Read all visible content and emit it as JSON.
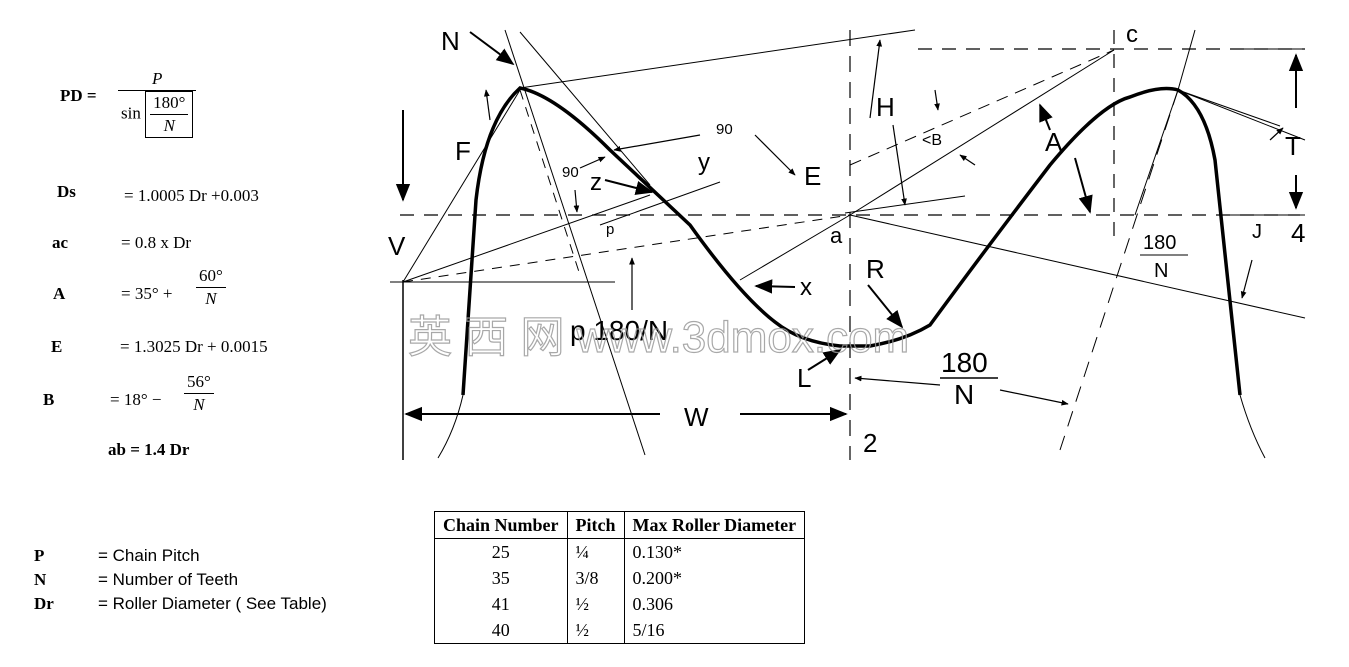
{
  "formulas": {
    "pd": {
      "label": "PD =",
      "num": "P",
      "den_prefix": "sin",
      "den_num": "180°",
      "den_den": "N"
    },
    "ds": {
      "label": "Ds",
      "eq": "= 1.0005 Dr +0.003"
    },
    "ac": {
      "label": "ac",
      "eq": "= 0.8 x Dr"
    },
    "a": {
      "label": "A",
      "eq": "= 35° +",
      "num": "60°",
      "den": "N"
    },
    "e": {
      "label": "E",
      "eq": "= 1.3025 Dr + 0.0015"
    },
    "b": {
      "label": "B",
      "eq": "= 18° −",
      "num": "56°",
      "den": "N"
    },
    "ab": {
      "eq": "ab = 1.4 Dr"
    }
  },
  "legend": [
    {
      "key": "P",
      "value": "= Chain Pitch"
    },
    {
      "key": "N",
      "value": "= Number of Teeth"
    },
    {
      "key": "Dr",
      "value": "= Roller Diameter ( See Table)"
    }
  ],
  "table": {
    "headers": [
      "Chain Number",
      "Pitch",
      "Max Roller Diameter"
    ],
    "rows": [
      [
        "25",
        "¼",
        "0.130*"
      ],
      [
        "35",
        "3/8",
        "0.200*"
      ],
      [
        "41",
        "½",
        "0.306"
      ],
      [
        "40",
        "½",
        "5/16"
      ]
    ]
  },
  "diagram": {
    "labels": {
      "N": "N",
      "F": "F",
      "V": "V",
      "H": "H",
      "B": "<B",
      "E": "E",
      "A": "A",
      "c": "c",
      "T": "T",
      "four": "4",
      "J": "J",
      "a": "a",
      "R": "R",
      "x": "x",
      "y": "y",
      "z": "z",
      "L": "L",
      "W": "W",
      "two": "2",
      "p": "p",
      "ninety_top": "90",
      "ninety_left": "90",
      "frac_small_num": "180",
      "frac_small_den": "N",
      "frac_big_num": "180",
      "frac_big_den": "N",
      "p_frac": "p   180/N"
    },
    "watermark": "英 西 网 www.3dmox.com"
  }
}
